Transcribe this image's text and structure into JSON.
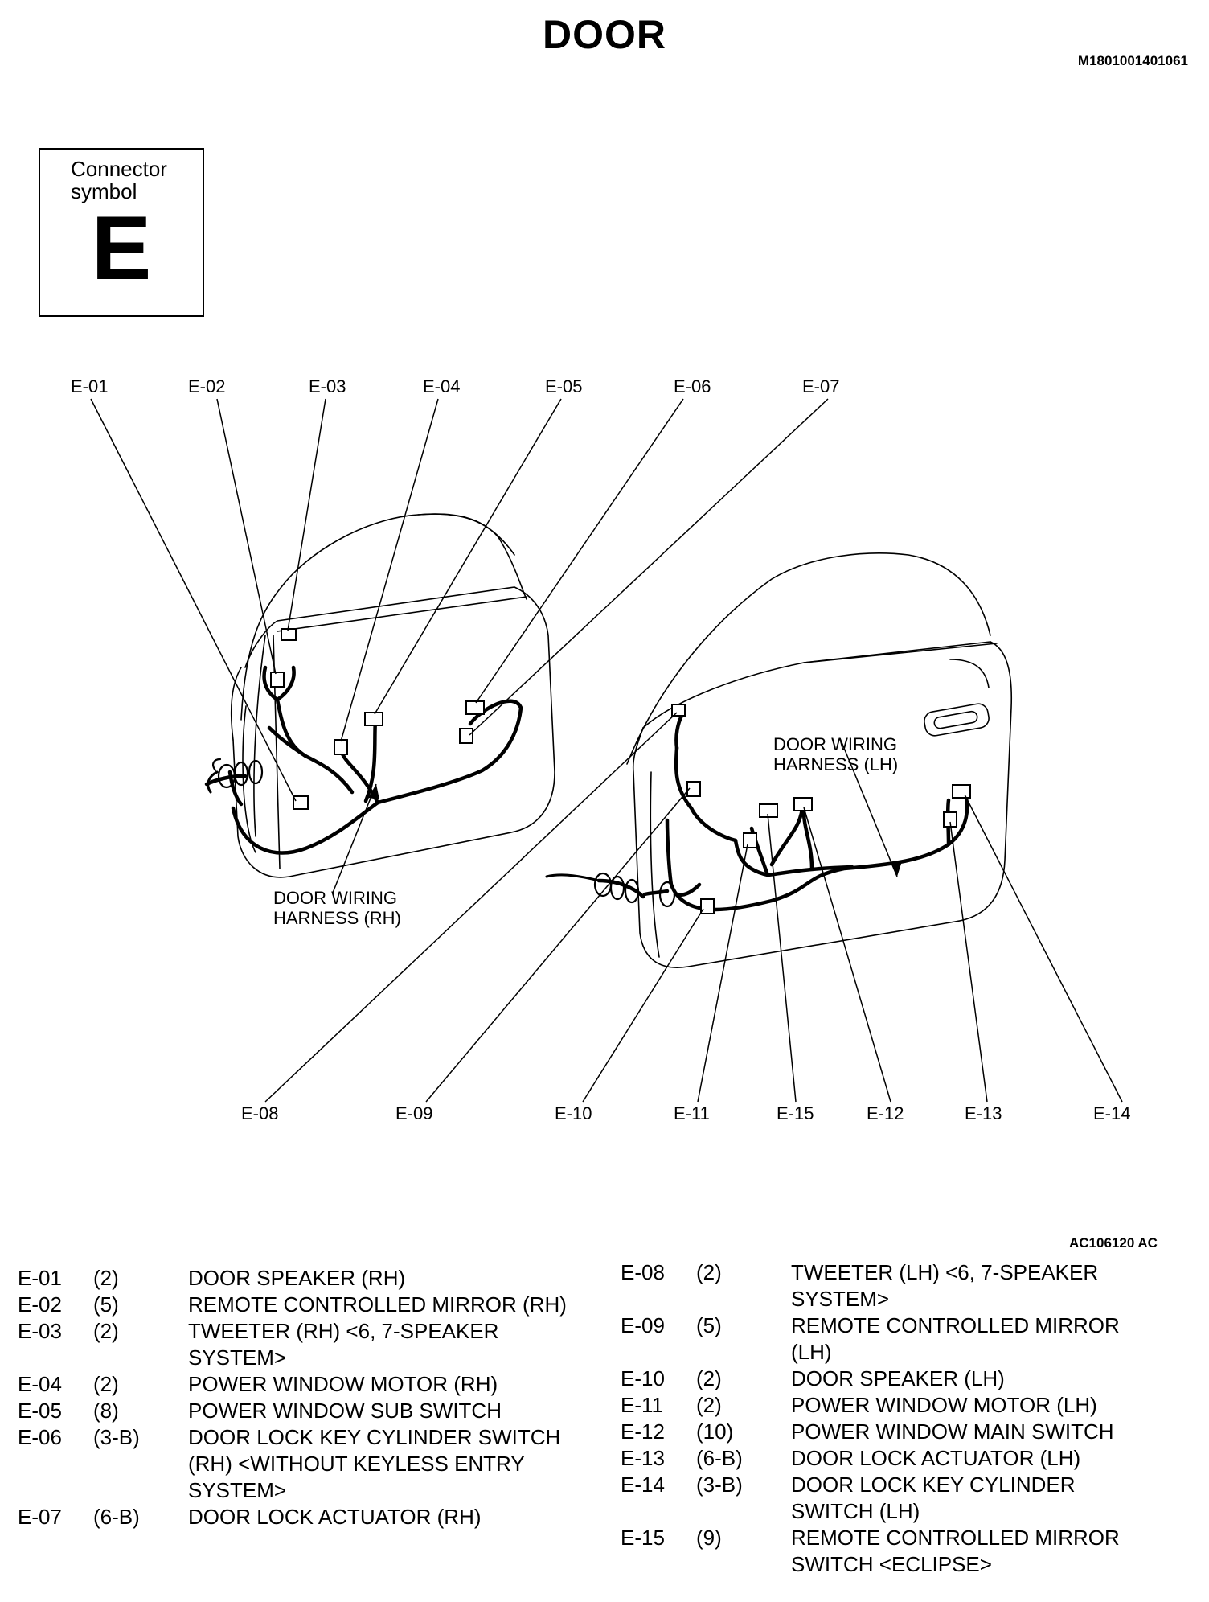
{
  "title": "DOOR",
  "doc_code": "M1801001401061",
  "connector_symbol": {
    "label": "Connector symbol",
    "letter": "E"
  },
  "callouts": {
    "top": [
      "E-01",
      "E-02",
      "E-03",
      "E-04",
      "E-05",
      "E-06",
      "E-07"
    ],
    "bottom": [
      "E-08",
      "E-09",
      "E-10",
      "E-11",
      "E-15",
      "E-12",
      "E-13",
      "E-14"
    ]
  },
  "harness_labels": {
    "rh": [
      "DOOR WIRING",
      "HARNESS (RH)"
    ],
    "lh": [
      "DOOR WIRING",
      "HARNESS (LH)"
    ]
  },
  "figure_code": "AC106120 AC",
  "connectors_left": [
    {
      "id": "E-01",
      "pins": "(2)",
      "desc": "DOOR SPEAKER (RH)"
    },
    {
      "id": "E-02",
      "pins": "(5)",
      "desc": "REMOTE CONTROLLED MIRROR (RH)"
    },
    {
      "id": "E-03",
      "pins": "(2)",
      "desc": "TWEETER (RH) <6, 7-SPEAKER SYSTEM>"
    },
    {
      "id": "E-04",
      "pins": "(2)",
      "desc": "POWER WINDOW MOTOR (RH)"
    },
    {
      "id": "E-05",
      "pins": "(8)",
      "desc": "POWER WINDOW SUB SWITCH"
    },
    {
      "id": "E-06",
      "pins": "(3-B)",
      "desc": "DOOR LOCK KEY CYLINDER SWITCH (RH) <WITHOUT KEYLESS ENTRY SYSTEM>"
    },
    {
      "id": "E-07",
      "pins": "(6-B)",
      "desc": "DOOR LOCK ACTUATOR (RH)"
    }
  ],
  "connectors_right": [
    {
      "id": "E-08",
      "pins": "(2)",
      "desc": "TWEETER (LH) <6, 7-SPEAKER SYSTEM>"
    },
    {
      "id": "E-09",
      "pins": "(5)",
      "desc": "REMOTE CONTROLLED MIRROR (LH)"
    },
    {
      "id": "E-10",
      "pins": "(2)",
      "desc": "DOOR SPEAKER (LH)"
    },
    {
      "id": "E-11",
      "pins": "(2)",
      "desc": "POWER WINDOW MOTOR (LH)"
    },
    {
      "id": "E-12",
      "pins": "(10)",
      "desc": "POWER WINDOW MAIN SWITCH"
    },
    {
      "id": "E-13",
      "pins": "(6-B)",
      "desc": "DOOR LOCK ACTUATOR (LH)"
    },
    {
      "id": "E-14",
      "pins": "(3-B)",
      "desc": "DOOR LOCK KEY CYLINDER SWITCH (LH)"
    },
    {
      "id": "E-15",
      "pins": "(9)",
      "desc": "REMOTE CONTROLLED MIRROR SWITCH <ECLIPSE>"
    }
  ]
}
